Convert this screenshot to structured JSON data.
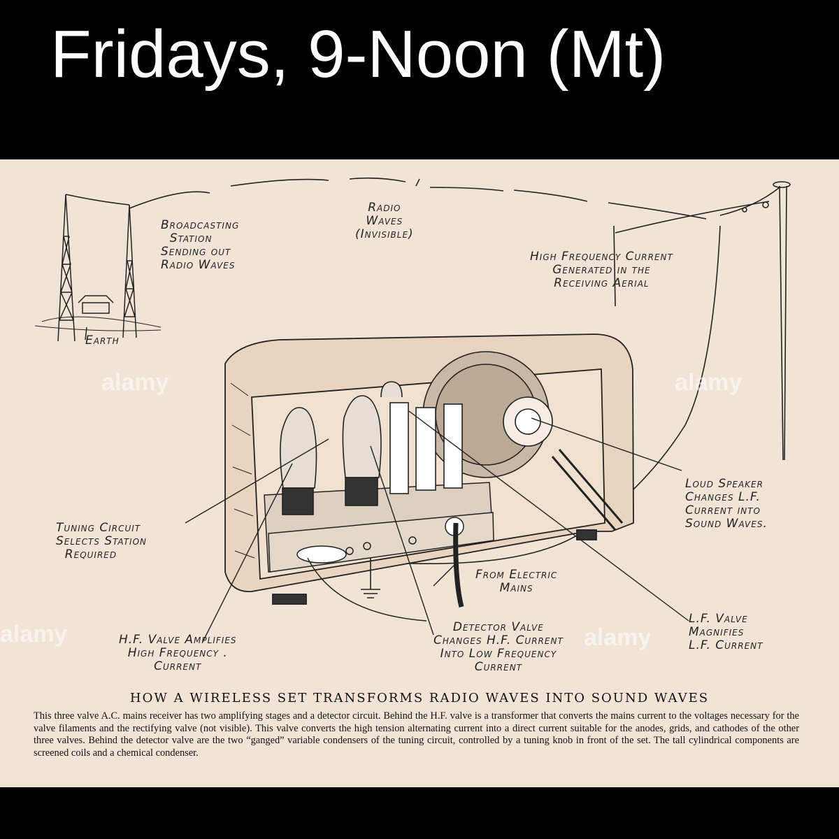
{
  "banner": {
    "title": "Fridays, 9-Noon (Mt)"
  },
  "labels": {
    "broadcasting": "Broadcasting\n  Station\nSending out\nRadio Waves",
    "radio_waves": "Radio\nWaves\n(Invisible)",
    "hf_current": "High Frequency Current\nGenerated in the\nReceiving Aerial",
    "earth": "Earth",
    "loud_speaker": "Loud Speaker\nChanges L.F.\nCurrent into\nSound Waves.",
    "tuning": "Tuning Circuit\nSelects Station\n  Required",
    "mains": "From Electric\nMains",
    "lf_valve": "L.F. Valve\nMagnifies\nL.F. Current",
    "hf_valve": "H.F. Valve Amplifies\nHigh Frequency .\nCurrent",
    "detector": "Detector Valve\nChanges H.F. Current\nInto Low Frequency\nCurrent"
  },
  "watermark": "alamy",
  "caption": {
    "heading": "HOW A WIRELESS SET TRANSFORMS RADIO WAVES INTO SOUND WAVES",
    "body": "This three valve A.C. mains receiver has two amplifying stages and a detector circuit. Behind the H.F. valve is a transformer that converts the mains current to the voltages necessary for the valve filaments and the rectifying valve (not visible). This valve converts the high tension alternating current into a direct current suitable for the anodes, grids, and cathodes of the other three valves. Behind the detector valve are the two “ganged” variable condensers of the tuning circuit, controlled by a tuning knob in front of the set. The tall cylindrical components are screened coils and a chemical condenser."
  }
}
